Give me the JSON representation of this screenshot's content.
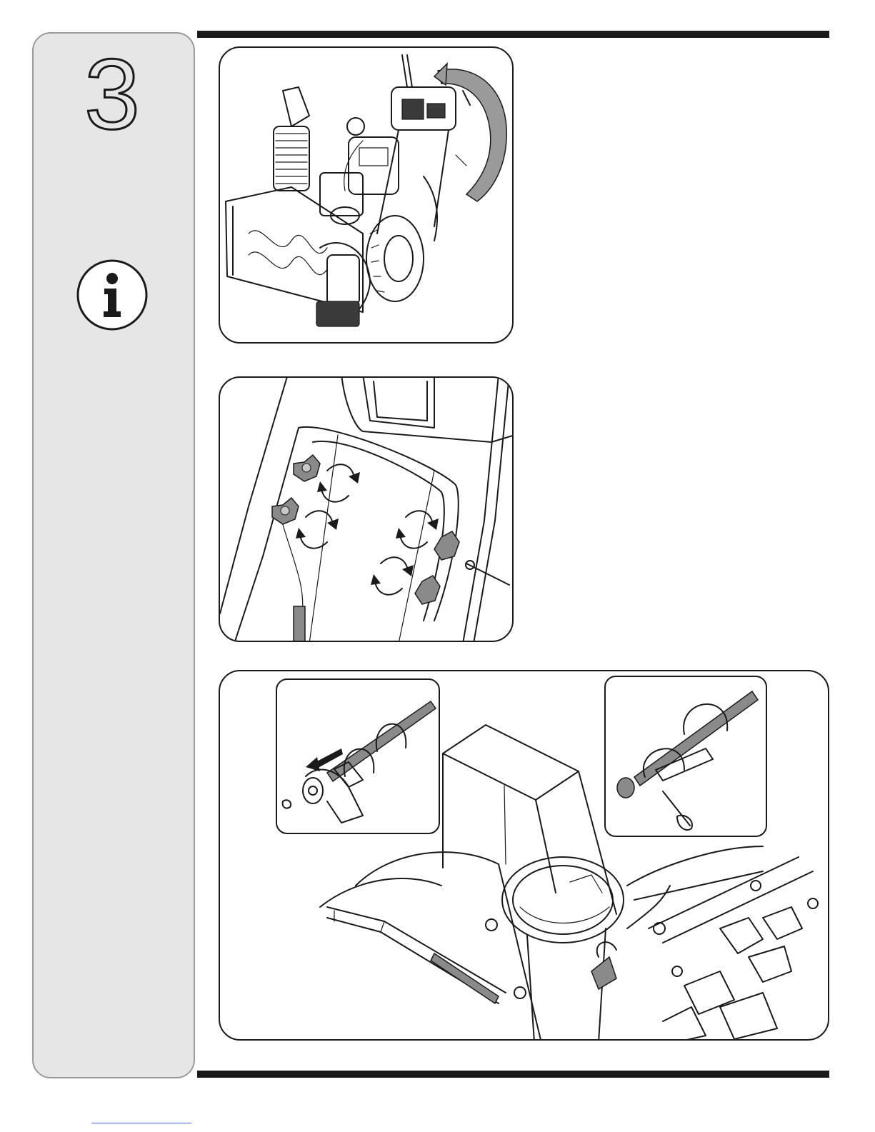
{
  "step": {
    "number": "3"
  },
  "icons": {
    "info": "info-icon"
  },
  "figures": [
    {
      "name": "snowblower-handle-fold-figure",
      "icon": "snowblower-illustration"
    },
    {
      "name": "handle-knob-tighten-figure",
      "icon": "knob-rotation-illustration"
    },
    {
      "name": "chute-shaft-assembly-figure",
      "icon": "shaft-clevis-pin-illustration"
    }
  ],
  "colors": {
    "panel": "#e6e6e6",
    "rule": "#1a1a1a",
    "border": "#1a1a1a"
  }
}
